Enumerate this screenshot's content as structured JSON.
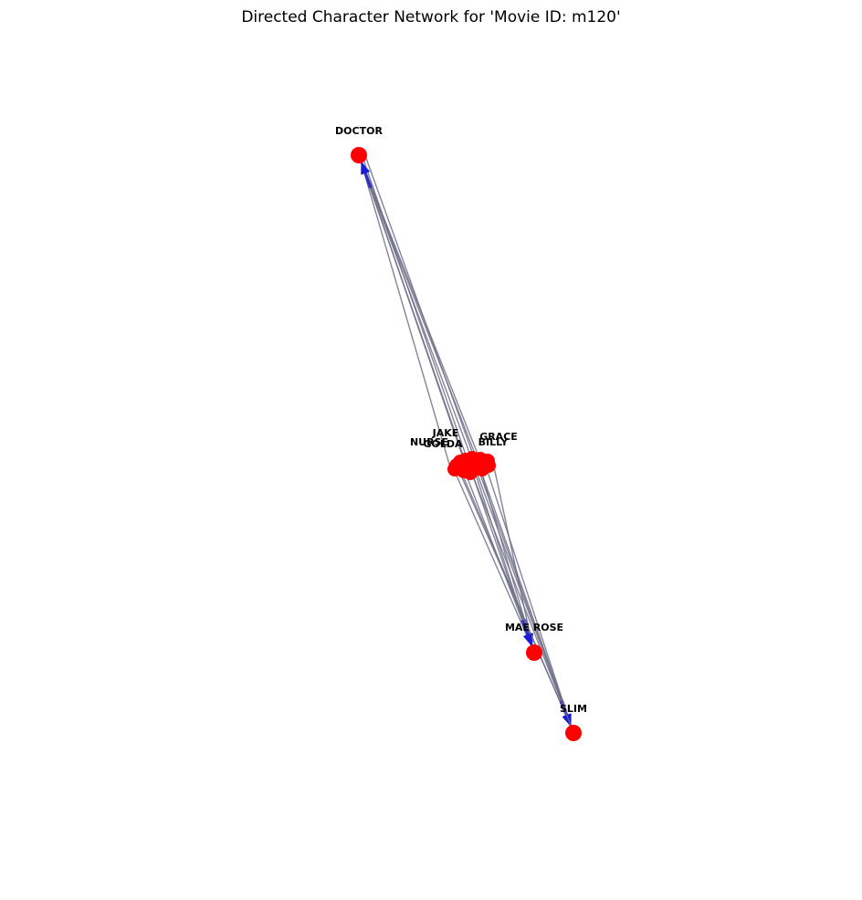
{
  "title": "Directed Character Network for 'Movie ID: m120'",
  "colors": {
    "node": "#ff0000",
    "edge": "#6e6e88",
    "arrow": "#1a1ad8",
    "label": "#000000",
    "background": "#ffffff"
  },
  "nodes": [
    {
      "id": "DOCTOR",
      "label": "DOCTOR"
    },
    {
      "id": "MAE ROSE",
      "label": "MAE ROSE"
    },
    {
      "id": "SLIM",
      "label": "SLIM"
    },
    {
      "id": "NURSE",
      "label": "NURSE"
    },
    {
      "id": "JAKE",
      "label": "JAKE"
    },
    {
      "id": "GRACE",
      "label": "GRACE"
    },
    {
      "id": "GOLDA",
      "label": "GOLDA"
    },
    {
      "id": "BILLY",
      "label": "BILLY"
    }
  ],
  "edges": [
    {
      "source": "NURSE",
      "target": "DOCTOR"
    },
    {
      "source": "JAKE",
      "target": "DOCTOR"
    },
    {
      "source": "GRACE",
      "target": "DOCTOR"
    },
    {
      "source": "GOLDA",
      "target": "DOCTOR"
    },
    {
      "source": "BILLY",
      "target": "DOCTOR"
    },
    {
      "source": "NURSE",
      "target": "MAE ROSE"
    },
    {
      "source": "JAKE",
      "target": "MAE ROSE"
    },
    {
      "source": "GRACE",
      "target": "MAE ROSE"
    },
    {
      "source": "GOLDA",
      "target": "MAE ROSE"
    },
    {
      "source": "BILLY",
      "target": "MAE ROSE"
    },
    {
      "source": "NURSE",
      "target": "SLIM"
    },
    {
      "source": "JAKE",
      "target": "SLIM"
    },
    {
      "source": "GRACE",
      "target": "SLIM"
    },
    {
      "source": "GOLDA",
      "target": "SLIM"
    },
    {
      "source": "BILLY",
      "target": "SLIM"
    },
    {
      "source": "DOCTOR",
      "target": "SLIM"
    },
    {
      "source": "DOCTOR",
      "target": "MAE ROSE"
    },
    {
      "source": "SLIM",
      "target": "DOCTOR"
    }
  ]
}
